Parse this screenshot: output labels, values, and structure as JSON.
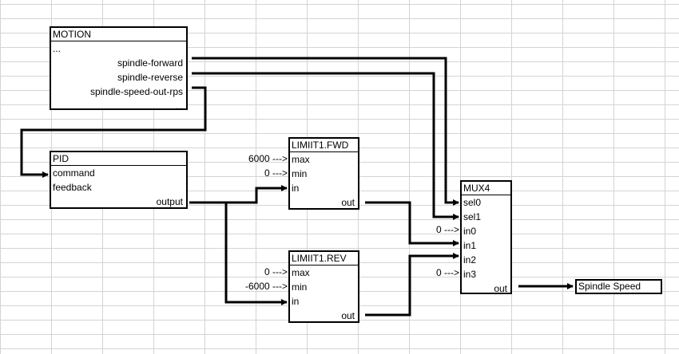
{
  "motion": {
    "title": "MOTION",
    "pins": [
      "...",
      "spindle-forward",
      "spindle-reverse",
      "spindle-speed-out-rps",
      "..."
    ]
  },
  "pid": {
    "title": "PID",
    "pins": [
      "command",
      "feedback",
      "output"
    ]
  },
  "limit_fwd": {
    "title": "LIMIIT1.FWD",
    "pins": [
      "max",
      "min",
      "in",
      "out"
    ],
    "inputs": [
      "6000 --->",
      "0 --->"
    ]
  },
  "limit_rev": {
    "title": "LIMIIT1.REV",
    "pins": [
      "max",
      "min",
      "in",
      "out"
    ],
    "inputs": [
      "0 --->",
      "-6000 --->"
    ]
  },
  "mux": {
    "title": "MUX4",
    "pins": [
      "sel0",
      "sel1",
      "in0",
      "in1",
      "in2",
      "in3",
      "out"
    ],
    "inputs": [
      "0 --->",
      "0 --->"
    ]
  },
  "output": {
    "label": "Spindle Speed"
  }
}
